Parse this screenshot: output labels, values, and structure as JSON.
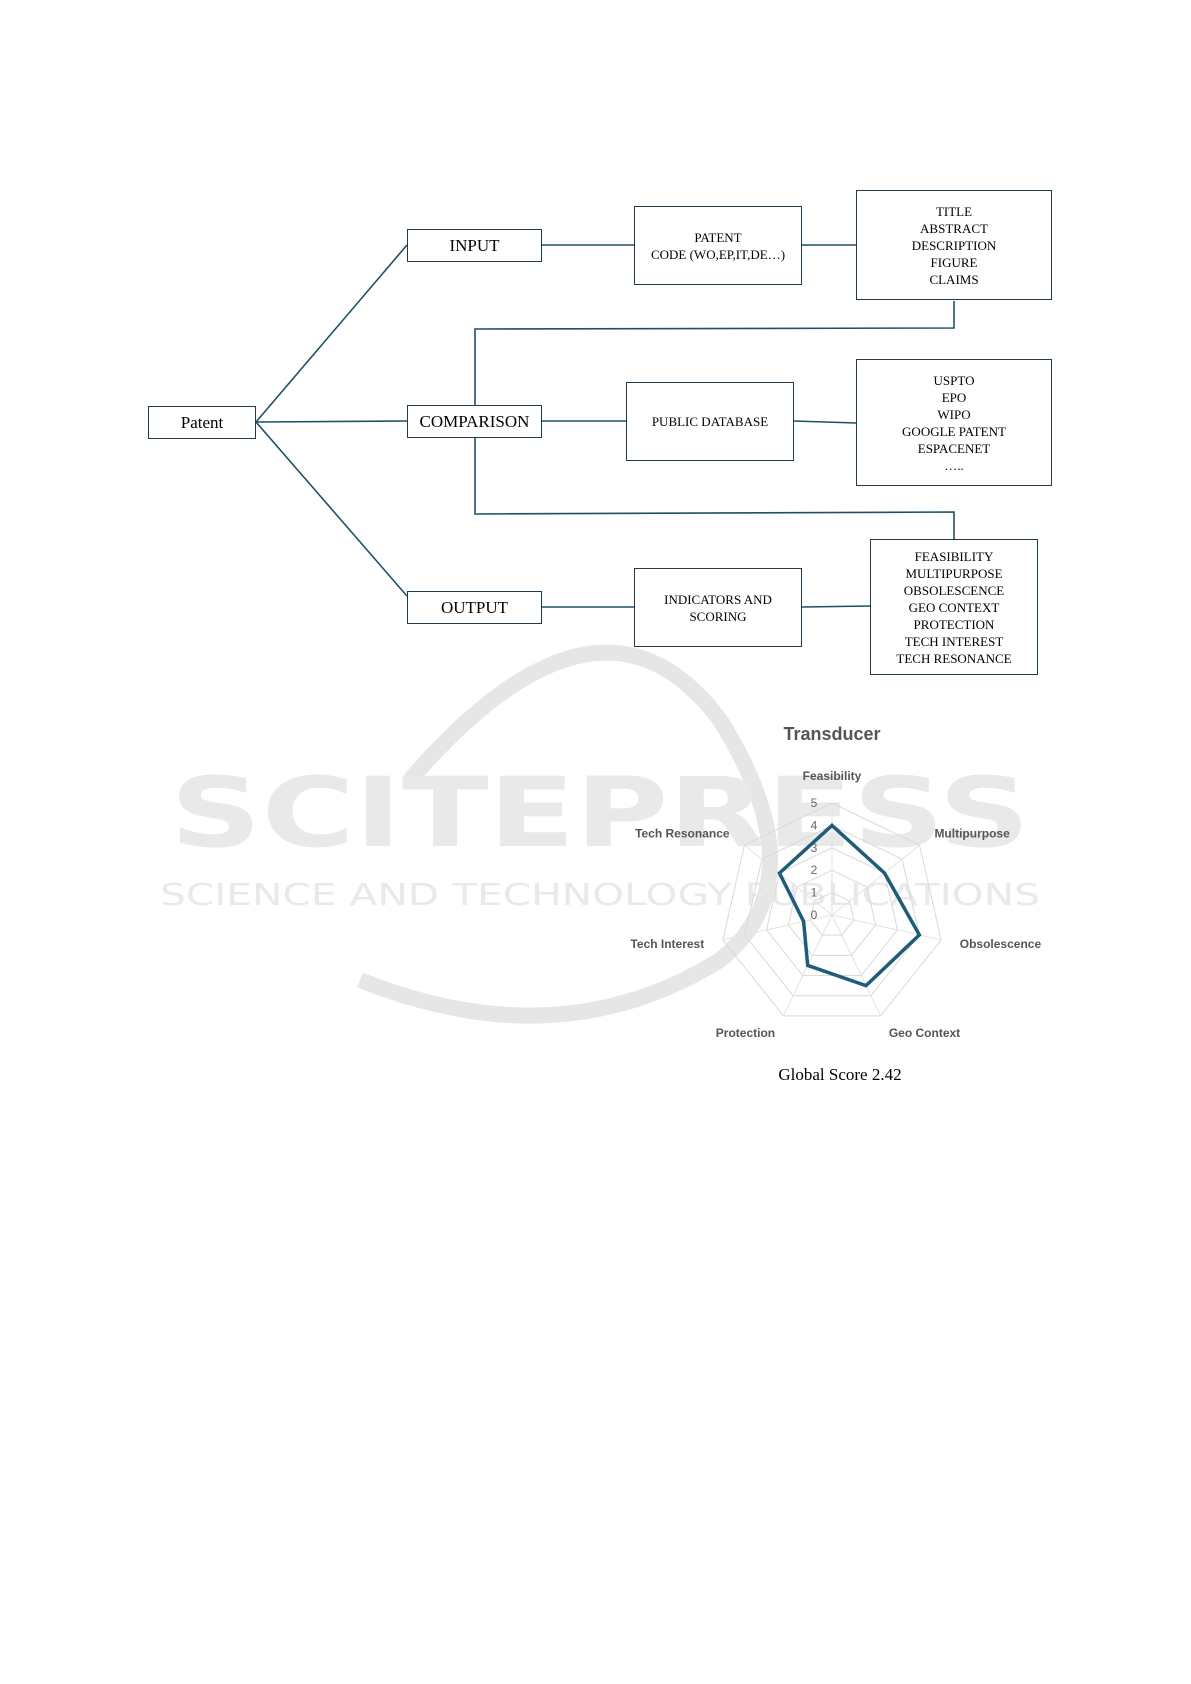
{
  "diagram": {
    "root": {
      "label": "Patent"
    },
    "input": {
      "label": "INPUT",
      "patent_code": [
        "PATENT",
        "CODE (WO,EP,IT,DE…)"
      ],
      "fields": [
        "TITLE",
        "ABSTRACT",
        "DESCRIPTION",
        "FIGURE",
        "CLAIMS"
      ]
    },
    "comparison": {
      "label": "COMPARISON",
      "database": [
        "PUBLIC DATABASE"
      ],
      "sources": [
        "USPTO",
        "EPO",
        "WIPO",
        "GOOGLE PATENT",
        "ESPACENET",
        "….."
      ]
    },
    "output": {
      "label": "OUTPUT",
      "scoring": [
        "INDICATORS AND",
        "SCORING"
      ],
      "indicators": [
        "FEASIBILITY",
        "MULTIPURPOSE",
        "OBSOLESCENCE",
        "GEO CONTEXT",
        "PROTECTION",
        "TECH INTEREST",
        "TECH RESONANCE"
      ]
    }
  },
  "watermark": {
    "line1": "SCITEPRESS",
    "line2": "SCIENCE AND TECHNOLOGY PUBLICATIONS"
  },
  "chart_data": {
    "type": "radar",
    "title": "Transducer",
    "categories": [
      "Feasibility",
      "Multipurpose",
      "Obsolescence",
      "Geo Context",
      "Protection",
      "Tech Interest",
      "Tech Resonance"
    ],
    "series": [
      {
        "values": [
          4,
          3,
          4,
          3.5,
          2.5,
          1.3,
          3
        ],
        "color": "#1f5c7a"
      }
    ],
    "rlim": [
      0,
      5
    ],
    "ticks": [
      0,
      1,
      2,
      3,
      4,
      5
    ],
    "grid": true
  },
  "caption": "Global Score 2.42"
}
